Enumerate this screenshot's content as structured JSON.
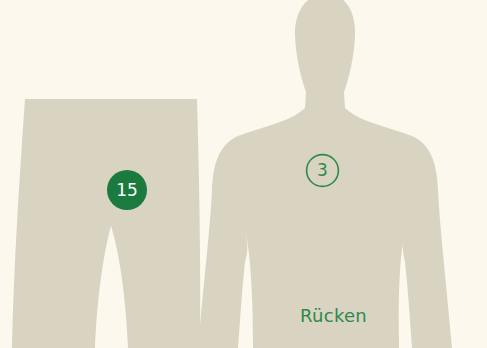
{
  "diagram": {
    "nodes": [
      {
        "text": [
          "15"
        ]
      },
      {
        "text": [
          "3"
        ]
      }
    ],
    "labels": [
      "Rücken"
    ]
  }
}
